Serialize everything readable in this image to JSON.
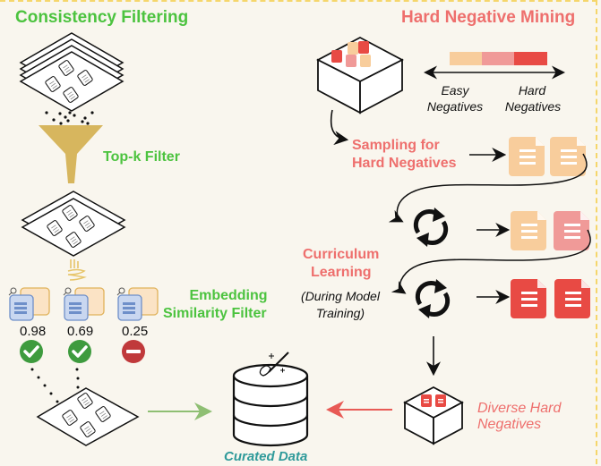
{
  "left_panel": {
    "title": "Consistency Filtering",
    "topk_label": "Top-k Filter",
    "embedding_label_line1": "Embedding",
    "embedding_label_line2": "Similarity Filter",
    "candidates": [
      {
        "score": "0.98",
        "status": "accepted",
        "status_icon": "check-circle-icon"
      },
      {
        "score": "0.69",
        "status": "accepted",
        "status_icon": "check-circle-icon"
      },
      {
        "score": "0.25",
        "status": "rejected",
        "status_icon": "minus-circle-icon"
      }
    ]
  },
  "center": {
    "database_label": "Curated Data"
  },
  "right_panel": {
    "title": "Hard Negative Mining",
    "scale": {
      "left_label_line1": "Easy",
      "left_label_line2": "Negatives",
      "right_label_line1": "Hard",
      "right_label_line2": "Negatives",
      "colors": [
        "#f8cd9c",
        "#f09a98",
        "#e84a44"
      ]
    },
    "sampling_label_line1": "Sampling for",
    "sampling_label_line2": "Hard Negatives",
    "curriculum_label_line1": "Curriculum",
    "curriculum_label_line2": "Learning",
    "curriculum_note_line1": "(During Model",
    "curriculum_note_line2": "Training)",
    "stages": [
      {
        "docs": [
          "easy",
          "easy"
        ]
      },
      {
        "docs": [
          "easy",
          "medium"
        ]
      },
      {
        "docs": [
          "hard",
          "hard"
        ]
      }
    ],
    "output_label_line1": "Diverse Hard",
    "output_label_line2": "Negatives"
  },
  "colors": {
    "green": "#4cc33f",
    "red_text": "#ee6f6d",
    "teal": "#2f9a9a",
    "funnel": "#d7b65e",
    "easy": "#f8cd9c",
    "medium": "#f09a98",
    "hard": "#e84a44",
    "check_green": "#3e9b3e",
    "reject_red": "#c0393b"
  }
}
